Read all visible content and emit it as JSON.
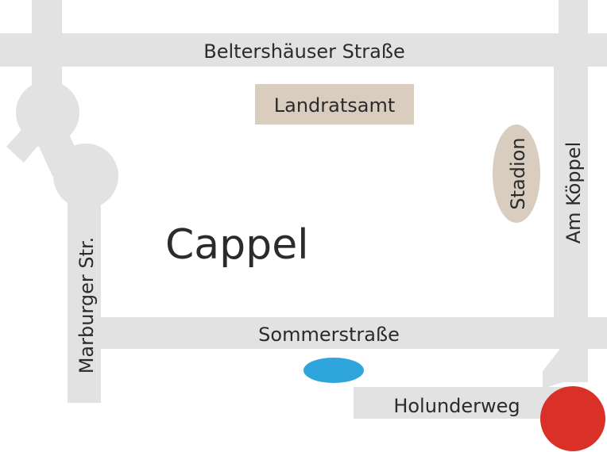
{
  "map": {
    "colors": {
      "road": "#e2e2e2",
      "landmark": "#d8cdbf",
      "water": "#2ea6dd",
      "destination_marker": "#d93027",
      "text": "#2b2b2b"
    },
    "roads": {
      "beltershaeuser": "Beltershäuser Straße",
      "marburger": "Marburger Str.",
      "am_koeppel": "Am Köppel",
      "sommerstrasse": "Sommerstraße",
      "holunderweg": "Holunderweg"
    },
    "landmarks": {
      "landratsamt": "Landratsamt",
      "stadion": "Stadion"
    },
    "town": "Cappel"
  }
}
